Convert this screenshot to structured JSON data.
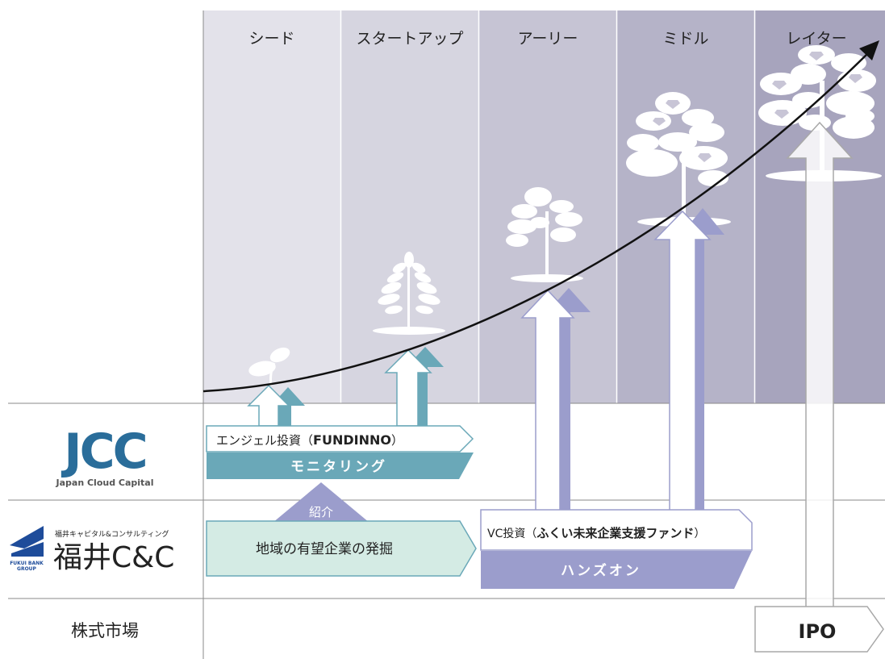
{
  "stages": [
    "シード",
    "スタートアップ",
    "アーリー",
    "ミドル",
    "レイター"
  ],
  "rows": {
    "jcc": {
      "logo_text": "JCC",
      "logo_subtitle": "Japan Cloud Capital",
      "angel_label_prefix": "エンジェル投資（",
      "angel_label_strong": "FUNDINNO",
      "angel_label_suffix": "）",
      "monitoring_label": "モニタリング"
    },
    "fukui": {
      "logo_small": "福井キャピタル&コンサルティング",
      "logo_name": "福井C&C",
      "logo_group_line1": "FUKUI BANK",
      "logo_group_line2": "GROUP",
      "intro_label": "紹介",
      "discovery_label": "地域の有望企業の発掘",
      "vc_label_prefix": "VC投資（",
      "vc_label_strong": "ふくい未来企業支援ファンド",
      "vc_label_suffix": "）",
      "handson_label": "ハンズオン"
    },
    "market": {
      "label": "株式市場",
      "ipo_label": "IPO"
    }
  },
  "colors": {
    "jcc_teal": "#6aa8b8",
    "jcc_logo_blue": "#2a6d9a",
    "purple": "#9b9dcc",
    "discovery_green": "#d4ebe4",
    "fukui_navy": "#1e4c9a",
    "curve": "#111111"
  }
}
